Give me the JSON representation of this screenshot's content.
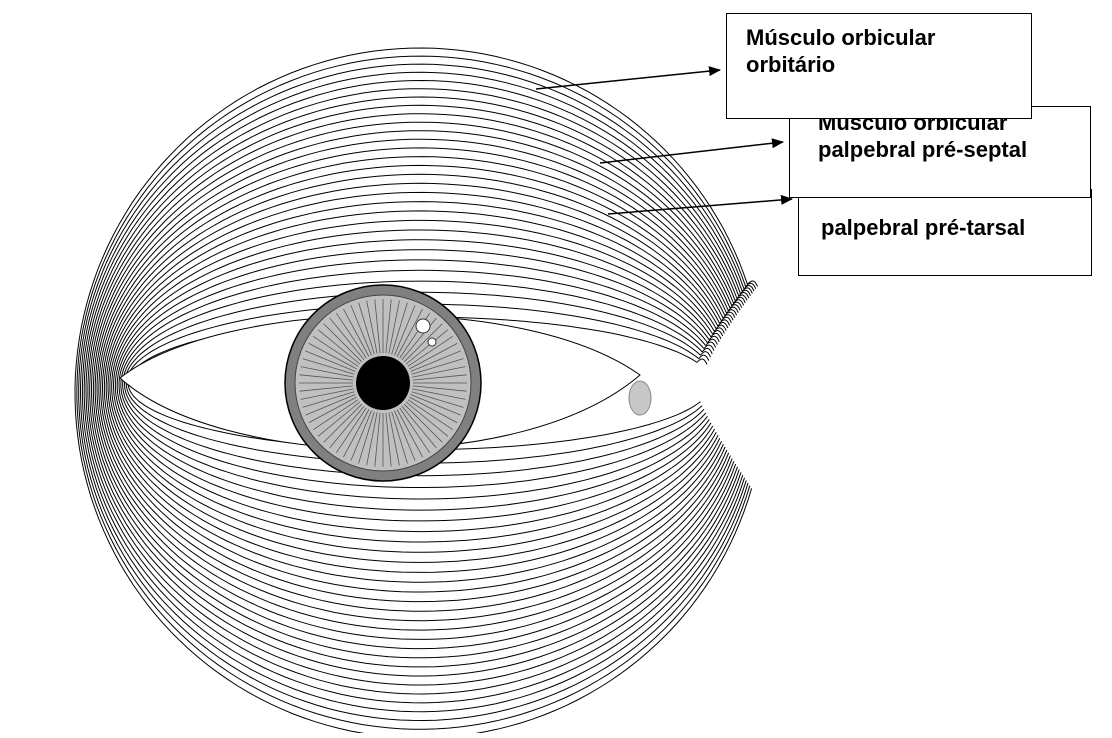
{
  "labels": {
    "orbital": {
      "line1": "Músculo orbicular",
      "line2": "orbitário"
    },
    "preseptal": {
      "line1": "Músculo orbicular",
      "line2": "palpebral pré-septal"
    },
    "pretarsal": {
      "line1": "palpebral pré-tarsal"
    }
  },
  "colors": {
    "stroke": "#000000",
    "background": "#ffffff",
    "iris": "#c0c0c0",
    "iris_ring": "#808080",
    "pupil": "#000000",
    "caruncle": "#c8c8c8"
  }
}
